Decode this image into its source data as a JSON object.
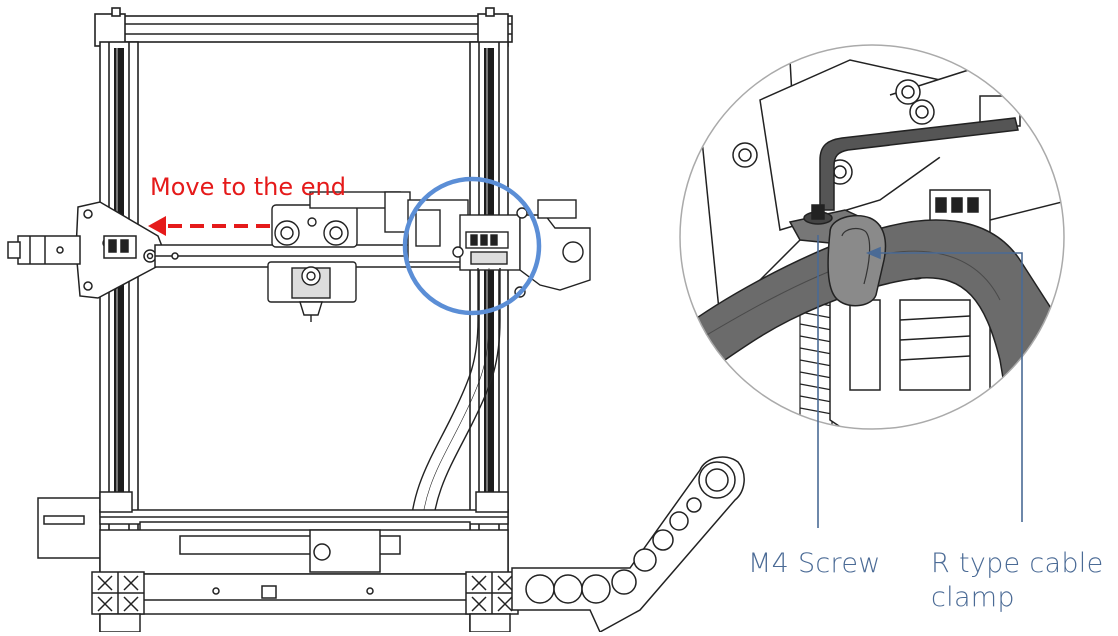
{
  "annotations": {
    "move_instruction": "Move to the end",
    "screw_label": "M4 Screw",
    "clamp_label": "R type cable clamp"
  },
  "colors": {
    "line_art": "#222222",
    "move_arrow": "#e51a1a",
    "focus_circle": "#5b8ed6",
    "callout": "#4a6a95",
    "cable": "#6b6b6b"
  }
}
